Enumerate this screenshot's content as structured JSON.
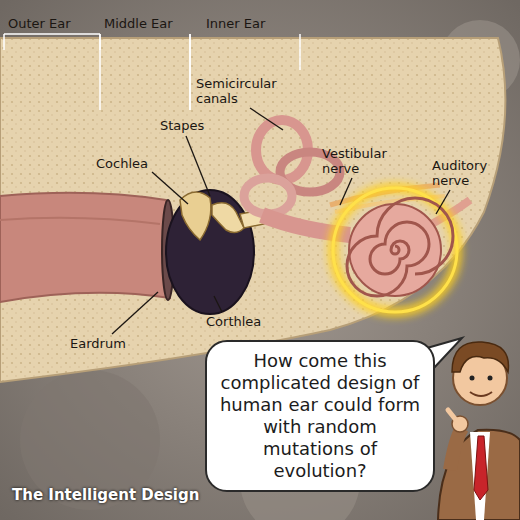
{
  "diagram": {
    "caption": "The Intelligent Design",
    "nodes": [
      {
        "text": [
          "How come this complicated design of human ear could form with random mutations of evolution?"
        ]
      }
    ],
    "labels": [
      "Outer Ear",
      "Middle Ear",
      "Inner Ear",
      "Semicircular canals",
      "Stapes",
      "Cochlea",
      "Vestibular nerve",
      "Auditory nerve",
      "Corthlea",
      "Eardrum"
    ]
  }
}
